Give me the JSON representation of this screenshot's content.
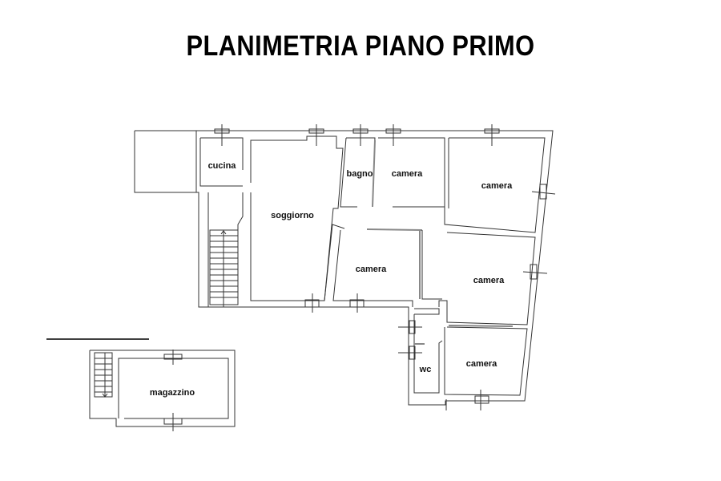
{
  "title": "PLANIMETRIA PIANO PRIMO",
  "rooms": {
    "cucina": "cucina",
    "soggiorno": "soggiorno",
    "bagno": "bagno",
    "camera1": "camera",
    "camera2": "camera",
    "camera3": "camera",
    "camera4": "camera",
    "camera5": "camera",
    "wc": "wc",
    "magazzino": "magazzino"
  }
}
